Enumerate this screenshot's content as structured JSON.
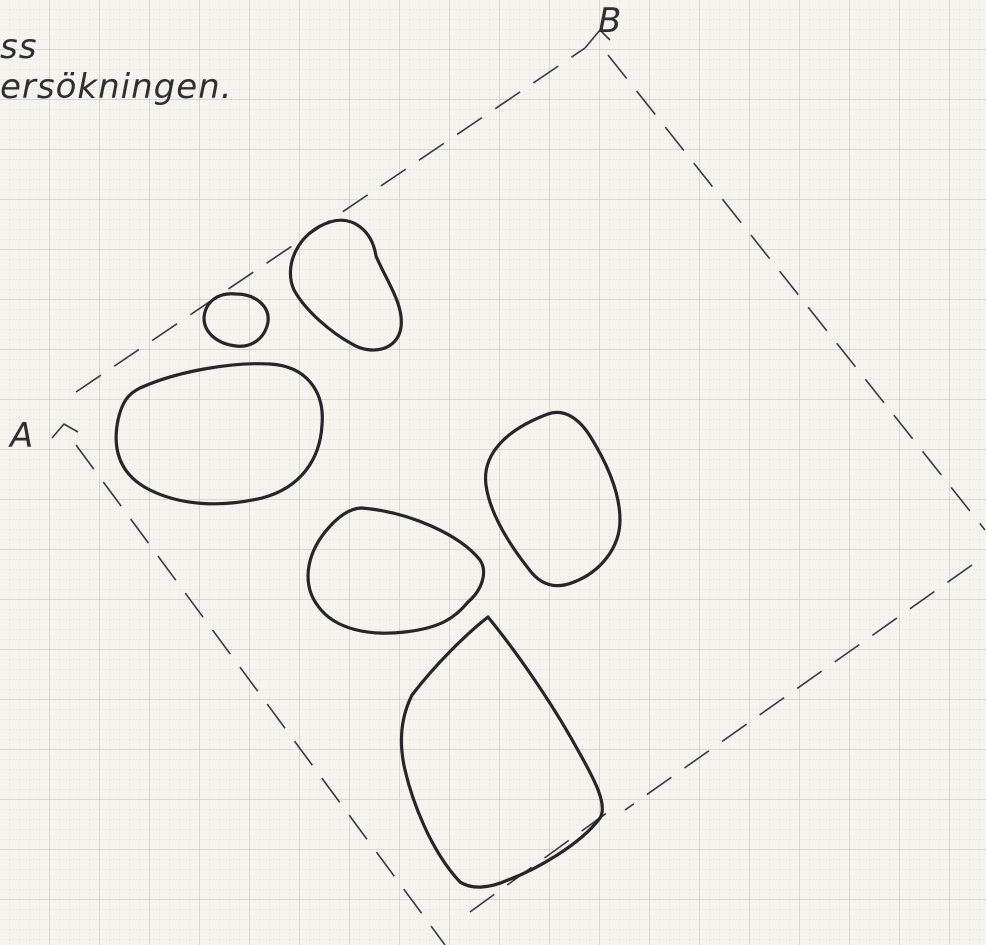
{
  "sketch": {
    "note_line1": "ss",
    "note_line2": "ersökningen.",
    "label_a": "A",
    "label_b": "B",
    "stone_count": 6,
    "colors": {
      "paper": "#f4f3ee",
      "grid_major": "#bdbdb6",
      "grid_minor": "#dcdcd6",
      "ink": "#262626"
    }
  }
}
